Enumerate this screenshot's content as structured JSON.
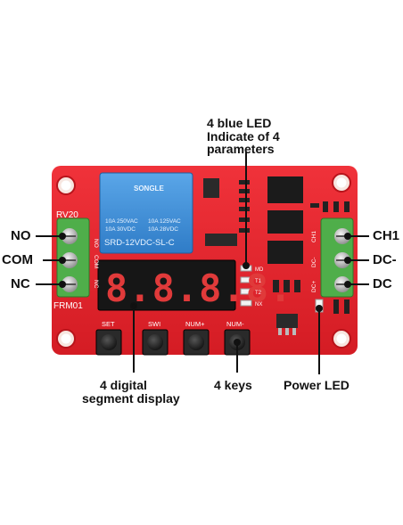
{
  "callouts": {
    "blue_led": [
      "4 blue LED",
      "Indicate of 4",
      "parameters"
    ],
    "left_pins": [
      "NO",
      "COM",
      "NC"
    ],
    "right_pins": [
      "CH1",
      "DC-",
      "DC"
    ],
    "display": [
      "4 digital",
      "segment display"
    ],
    "keys": "4 keys",
    "power_led": "Power LED"
  },
  "board": {
    "color": "#e8252c",
    "silkscreen": {
      "model_top": "RV20",
      "model_bottom": "FRM01",
      "left_terminal": [
        "NO",
        "COM",
        "NC"
      ],
      "right_terminal": [
        "CH1",
        "DC-",
        "DC+"
      ],
      "buttons": [
        "SET",
        "SWI",
        "NUM+",
        "NUM-"
      ],
      "led_labels": [
        "MD",
        "T1",
        "T2",
        "NX"
      ]
    },
    "relay": {
      "brand": "SONGLE",
      "ratings_left": [
        "10A 250VAC",
        "10A  30VDC"
      ],
      "ratings_right": [
        "10A 125VAC",
        "10A  28VDC"
      ],
      "model": "SRD-12VDC-SL-C",
      "color": "#3d8fd6"
    },
    "display_digits": "8.8.8.8."
  }
}
